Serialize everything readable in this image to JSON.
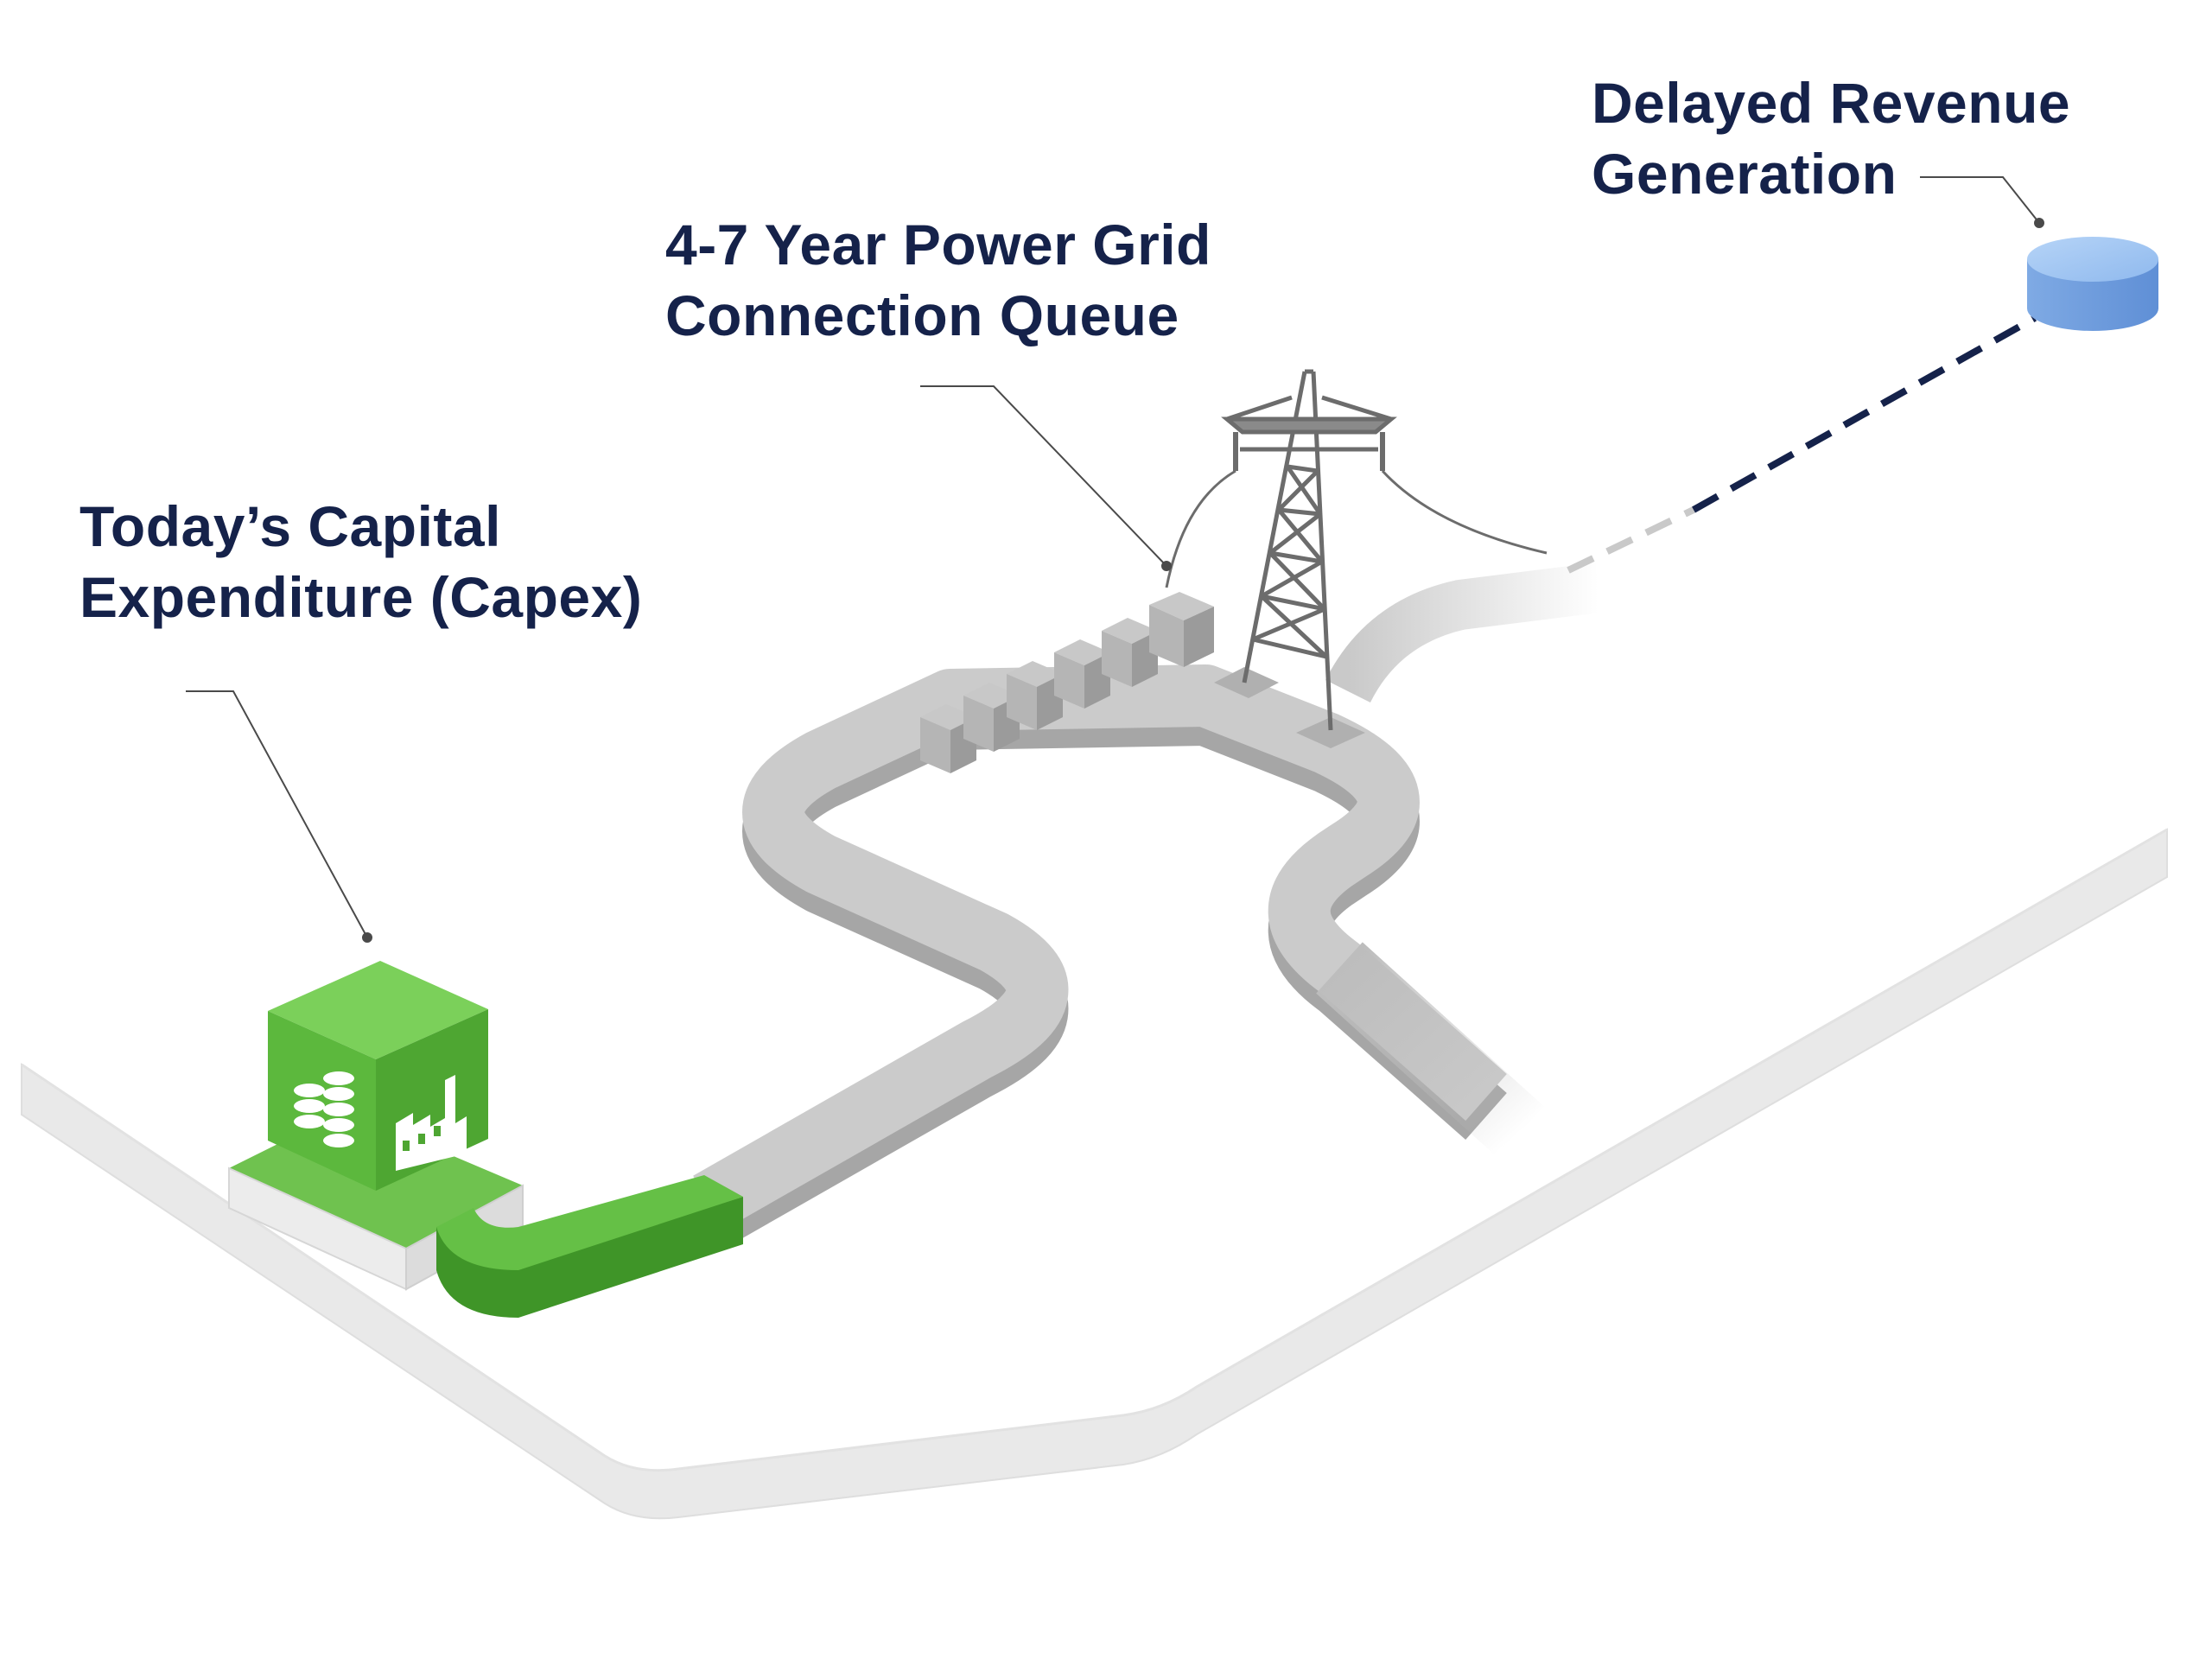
{
  "labels": {
    "capex": {
      "line1": "Today’s Capital",
      "line2": "Expenditure (Capex)"
    },
    "queue": {
      "line1": "4-7 Year Power Grid",
      "line2": "Connection Queue"
    },
    "revenue": {
      "line1": "Delayed Revenue",
      "line2": "Generation"
    }
  },
  "colors": {
    "text": "#15224a",
    "capex_green": "#5ab83c",
    "path_grey": "#c4c4c4",
    "tower_grey": "#6f6f6f",
    "revenue_blue": "#8cb8ec",
    "dashed_navy": "#15224a",
    "platform": "#ffffff"
  },
  "icons": [
    "coin-stack-icon",
    "factory-icon",
    "transmission-tower-icon",
    "revenue-cylinder-icon"
  ]
}
